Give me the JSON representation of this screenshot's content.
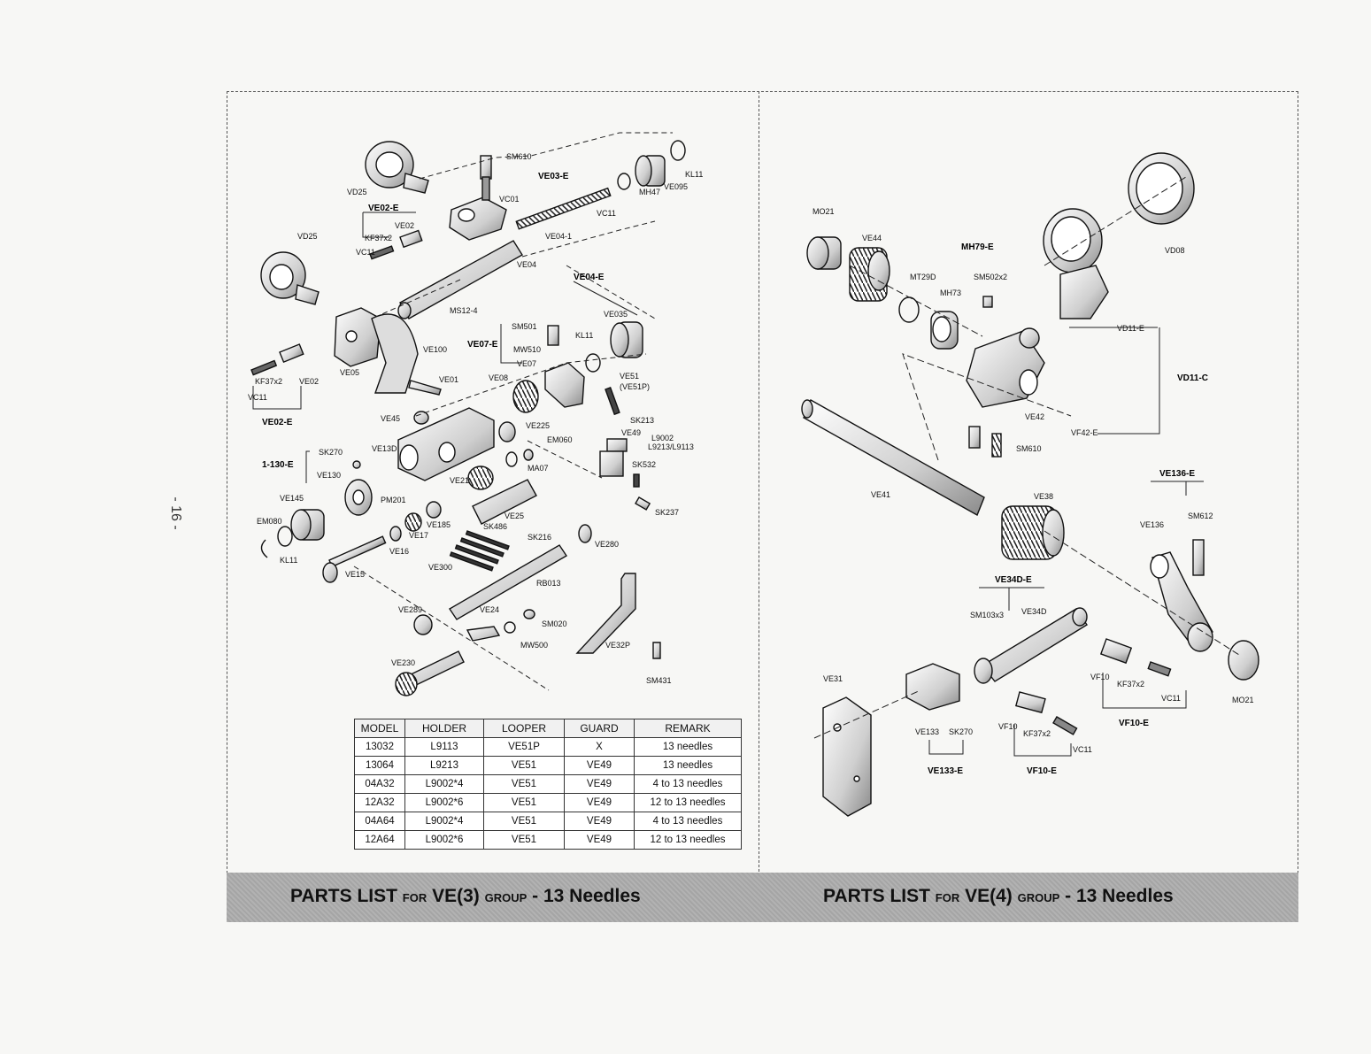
{
  "page_number": "- 16 -",
  "left_panel": {
    "banner": {
      "pre": "PARTS LIST",
      "for": "FOR",
      "group_name": "VE(3)",
      "group": "GROUP",
      "suffix": "- 13 Needles"
    },
    "labels": {
      "VD25a": "VD25",
      "VD25b": "VD25",
      "SM610": "SM610",
      "VE03E": "VE03-E",
      "KL11a": "KL11",
      "VE095": "VE095",
      "MH47": "MH47",
      "VC01": "VC01",
      "VE02Ea": "VE02-E",
      "VE02a": "VE02",
      "KF37x2a": "KF37x2",
      "VC11a": "VC11",
      "VC11b": "VC11",
      "VE04_1": "VE04-1",
      "VE04": "VE04",
      "VE04E": "VE04-E",
      "MS12_4": "MS12-4",
      "VE035": "VE035",
      "SM501": "SM501",
      "KL11b": "KL11",
      "VE07E": "VE07-E",
      "MW510": "MW510",
      "VE07": "VE07",
      "VE100": "VE100",
      "VE05": "VE05",
      "VE01": "VE01",
      "VE08": "VE08",
      "KF37x2b": "KF37x2",
      "VE02b": "VE02",
      "VC11c": "VC11",
      "VE02Eb": "VE02-E",
      "VE51": "VE51",
      "VE51P": "(VE51P)",
      "VE45": "VE45",
      "VE225": "VE225",
      "SK213": "SK213",
      "VE49": "VE49",
      "L9002": "L9002",
      "L9213": "L9213/L9113",
      "EM060": "EM060",
      "VE13D": "VE13D",
      "SK270a": "SK270",
      "E130E": "1-130-E",
      "VE130b": "VE130",
      "MA07": "MA07",
      "SK532": "SK532",
      "VE21": "VE21",
      "VE145": "VE145",
      "PM201": "PM201",
      "VE185": "VE185",
      "VE25": "VE25",
      "SK237": "SK237",
      "EM080": "EM080",
      "VE17": "VE17",
      "SK486": "SK486",
      "SK216": "SK216",
      "VE280": "VE280",
      "KL11c": "KL11",
      "VE16": "VE16",
      "VE300": "VE300",
      "VE15": "VE15",
      "RB013": "RB013",
      "VE289": "VE289",
      "VE24": "VE24",
      "SM020": "SM020",
      "MW500": "MW500",
      "VE32P": "VE32P",
      "SM431": "SM431",
      "VE230": "VE230"
    }
  },
  "right_panel": {
    "banner": {
      "pre": "PARTS LIST",
      "for": "FOR",
      "group_name": "VE(4)",
      "group": "GROUP",
      "suffix": "- 13 Needles"
    },
    "labels": {
      "MO21a": "MO21",
      "VE44": "VE44",
      "MH79E": "MH79-E",
      "MT29D": "MT29D",
      "SM502x2": "SM502x2",
      "MH73": "MH73",
      "VD08": "VD08",
      "VD11E": "VD11-E",
      "VD11C": "VD11-C",
      "VE42": "VE42",
      "VF42E": "VF42-E",
      "SM610b": "SM610",
      "VE41": "VE41",
      "VE38": "VE38",
      "VE136E": "VE136-E",
      "VE136": "VE136",
      "SM612": "SM612",
      "VE34DE": "VE34D-E",
      "SM103x3": "SM103x3",
      "VE34D": "VE34D",
      "VE31": "VE31",
      "VF10a": "VF10",
      "KF37x2c": "KF37x2",
      "VC11d": "VC11",
      "MO21b": "MO21",
      "VF10Ea": "VF10-E",
      "VE133": "VE133",
      "SK270b": "SK270",
      "VF10b": "VF10",
      "KF37x2d": "KF37x2",
      "VC11e": "VC11",
      "VE133E": "VE133-E",
      "VF10Eb": "VF10-E"
    }
  },
  "parts_table": {
    "headers": [
      "MODEL",
      "HOLDER",
      "LOOPER",
      "GUARD",
      "REMARK"
    ],
    "rows": [
      [
        "13032",
        "L9113",
        "VE51P",
        "X",
        "13 needles"
      ],
      [
        "13064",
        "L9213",
        "VE51",
        "VE49",
        "13 needles"
      ],
      [
        "04A32",
        "L9002*4",
        "VE51",
        "VE49",
        "4 to 13 needles"
      ],
      [
        "12A32",
        "L9002*6",
        "VE51",
        "VE49",
        "12 to 13 needles"
      ],
      [
        "04A64",
        "L9002*4",
        "VE51",
        "VE49",
        "4 to 13 needles"
      ],
      [
        "12A64",
        "L9002*6",
        "VE51",
        "VE49",
        "12 to 13 needles"
      ]
    ]
  }
}
